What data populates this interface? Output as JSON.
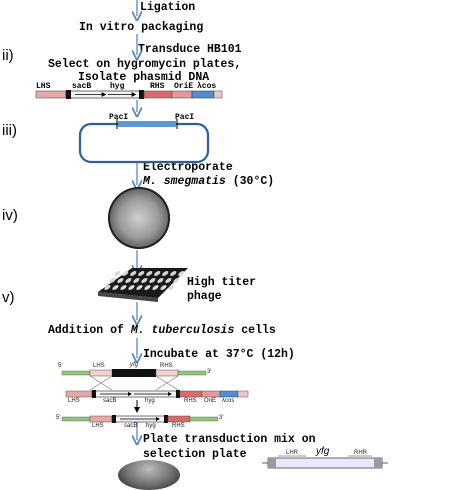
{
  "steps": {
    "ligation": "Ligation",
    "packaging": "In vitro packaging",
    "transduce": "Transduce HB101",
    "select_line1": "Select on hygromycin plates,",
    "select_line2": "Isolate phasmid DNA",
    "electroporate": "Electroporate",
    "msmeg_species": "M. smegmatis",
    "msmeg_temp": "(30°C)",
    "high_titer_1": "High titer",
    "high_titer_2": "phage",
    "addition_prefix": "Addition of",
    "addition_species": "M. tuberculosis",
    "addition_suffix": "cells",
    "incubate": "Incubate at 37°C (12h)",
    "plate_1": "Plate transduction mix on",
    "plate_2": "selection plate"
  },
  "step_labels": [
    "ii)",
    "iii)",
    "iv)",
    "v)"
  ],
  "construct": {
    "lhs": "LHS",
    "sacb": "sacB",
    "hyg": "hyg",
    "rhs": "RHS",
    "orie": "OriE",
    "lcos": "λcos",
    "paci_left": "PacI",
    "paci_right": "PacI"
  },
  "recomb": {
    "five_prime": "5'",
    "three_prime": "3'",
    "lhs": "LHS",
    "yfg": "yfg",
    "rhs": "RHS",
    "sacb": "sacB",
    "hyg": "hyg",
    "orie": "OriE",
    "lcos": "λcos"
  },
  "result": {
    "lhr": "LHR",
    "yfg": "yfg",
    "rhr": "RHR"
  },
  "colors": {
    "arrow": "#5b87c7",
    "circle": "#2e5f9e",
    "lhs": "#e8a8a8",
    "rhs": "#d96a6a",
    "hyg_box": "#d9d9d9",
    "orie": "#e39a9a",
    "lcos": "#4f8fd1",
    "green_arm": "#8fc77a"
  }
}
